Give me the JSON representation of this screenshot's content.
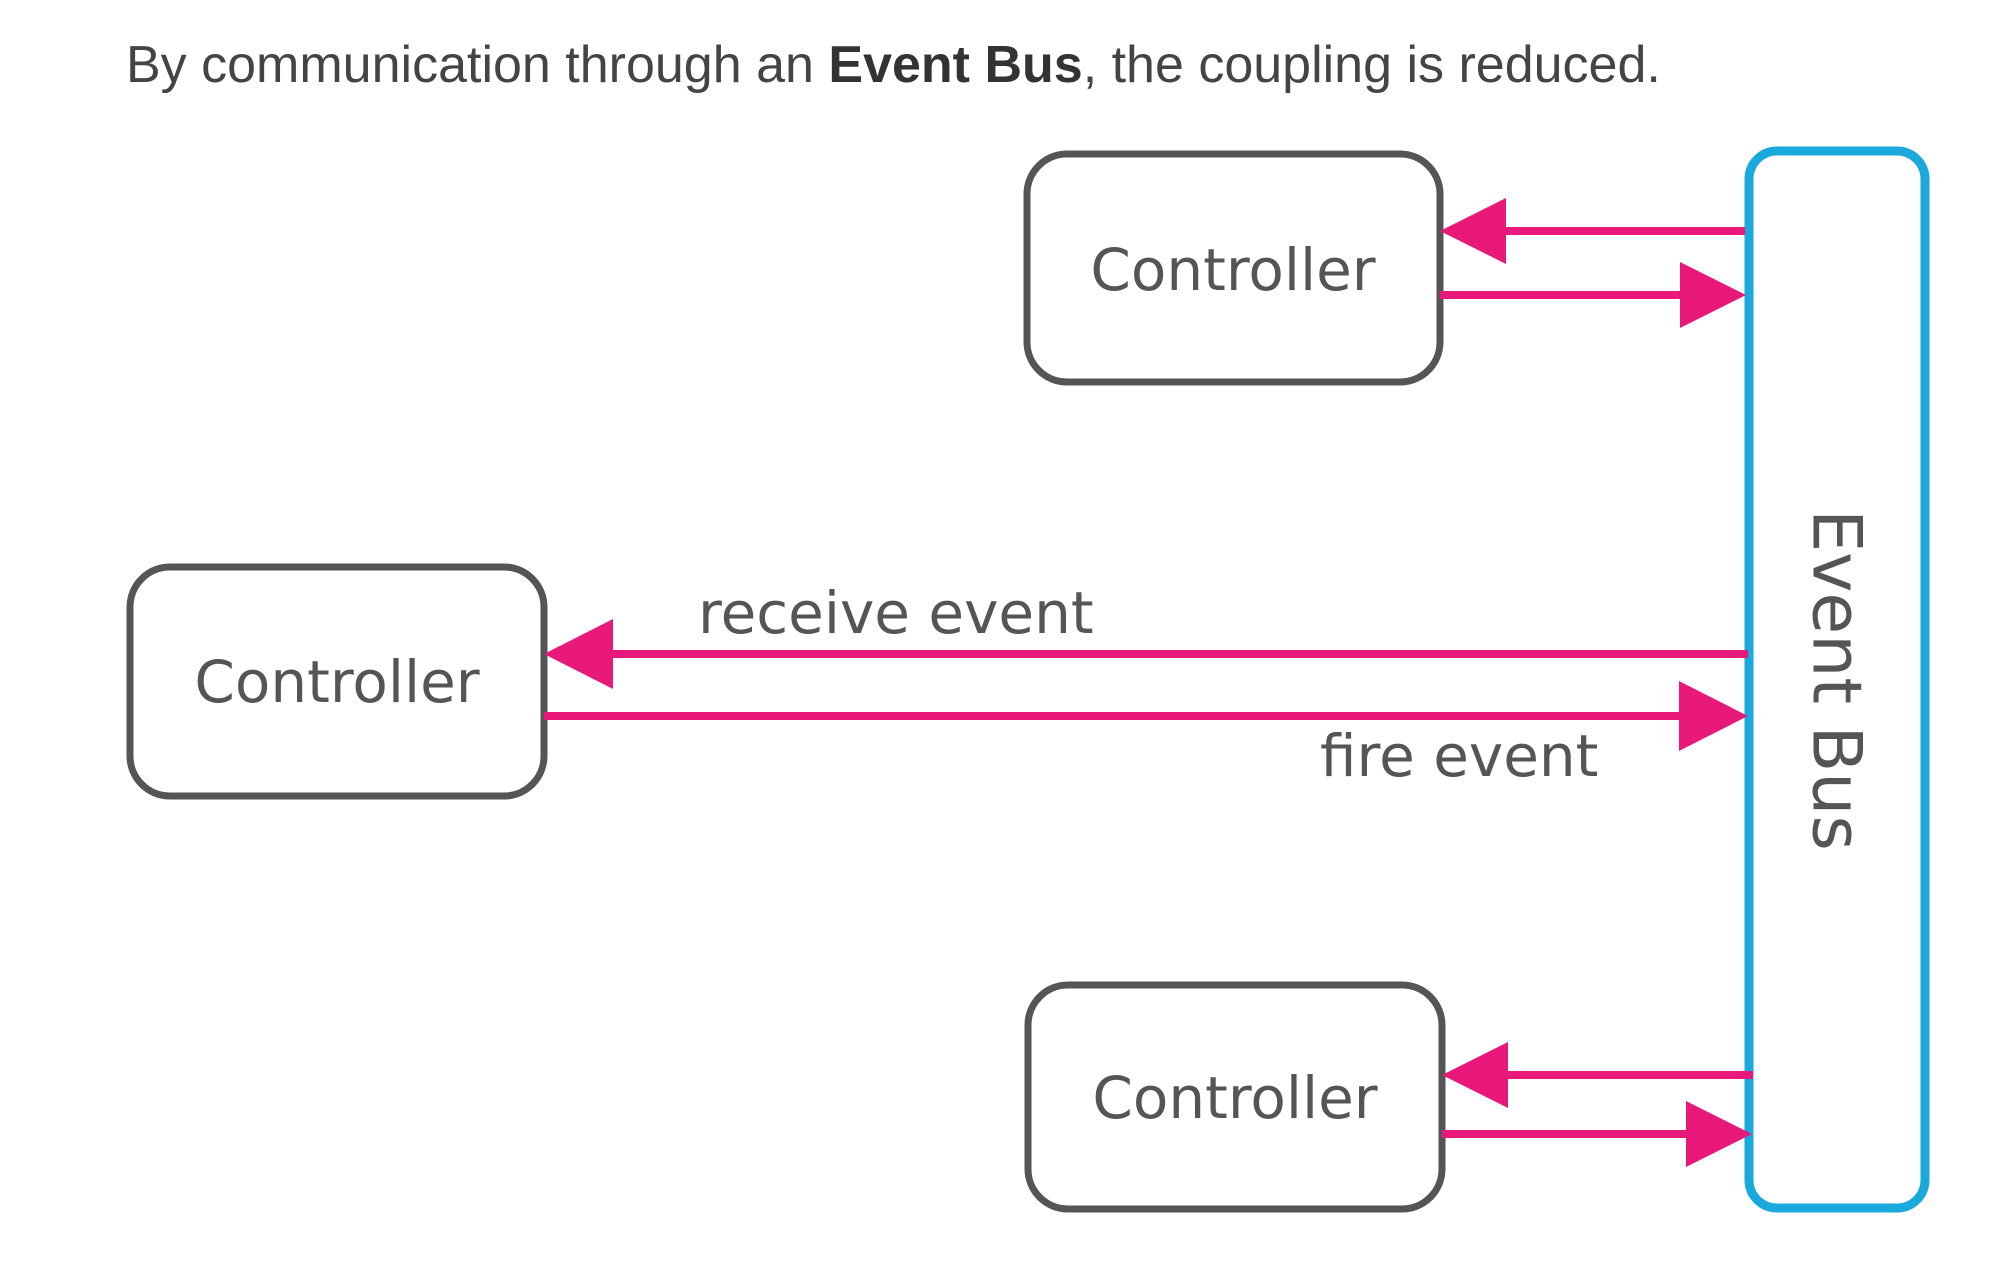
{
  "caption": {
    "before": "By communication through an ",
    "bold": "Event Bus",
    "after": ", the coupling is reduced."
  },
  "diagram": {
    "nodes": {
      "controller_top": "Controller",
      "controller_middle": "Controller",
      "controller_bottom": "Controller",
      "event_bus": "Event Bus"
    },
    "edges": {
      "receive_event": "receive event",
      "fire_event": "fire event"
    },
    "colors": {
      "arrow": "#e8197a",
      "bus_border": "#19a9dc",
      "box_border": "#555555"
    }
  }
}
